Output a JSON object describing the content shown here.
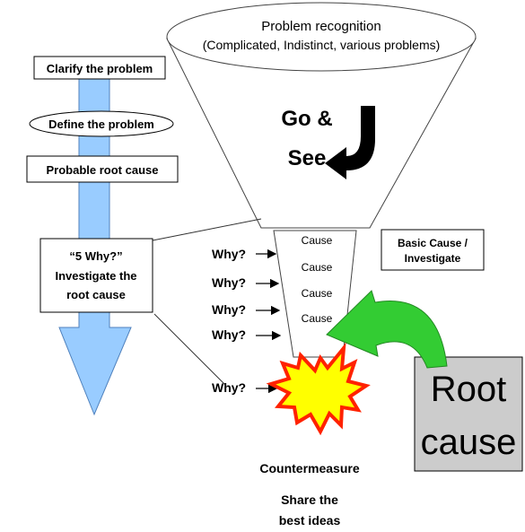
{
  "problem_recognition": {
    "title": "Problem recognition",
    "subtitle": "(Complicated, Indistinct, various problems)"
  },
  "go_and_see": {
    "line1": "Go &",
    "line2": "See"
  },
  "process_steps": {
    "clarify": "Clarify the problem",
    "define": "Define the problem",
    "probable": "Probable root cause",
    "five_why": {
      "line1": "“5 Why?”",
      "line2": "Investigate the",
      "line3": "root cause"
    }
  },
  "funnel_causes": [
    "Cause",
    "Cause",
    "Cause",
    "Cause"
  ],
  "why_labels": [
    "Why?",
    "Why?",
    "Why?",
    "Why?",
    "Why?"
  ],
  "basic_cause": {
    "line1": "Basic Cause /",
    "line2": "Investigate"
  },
  "root_cause": {
    "line1": "Root",
    "line2": "cause"
  },
  "countermeasure": "Countermeasure",
  "share": {
    "line1": "Share the",
    "line2": "best ideas"
  },
  "colors": {
    "blue_arrow": "#99ccff",
    "blue_arrow_border": "#4f81bd",
    "green_arrow": "#33cc33",
    "starburst_outer": "#ff2200",
    "starburst_inner": "#ffff00",
    "root_box": "#cccccc"
  }
}
